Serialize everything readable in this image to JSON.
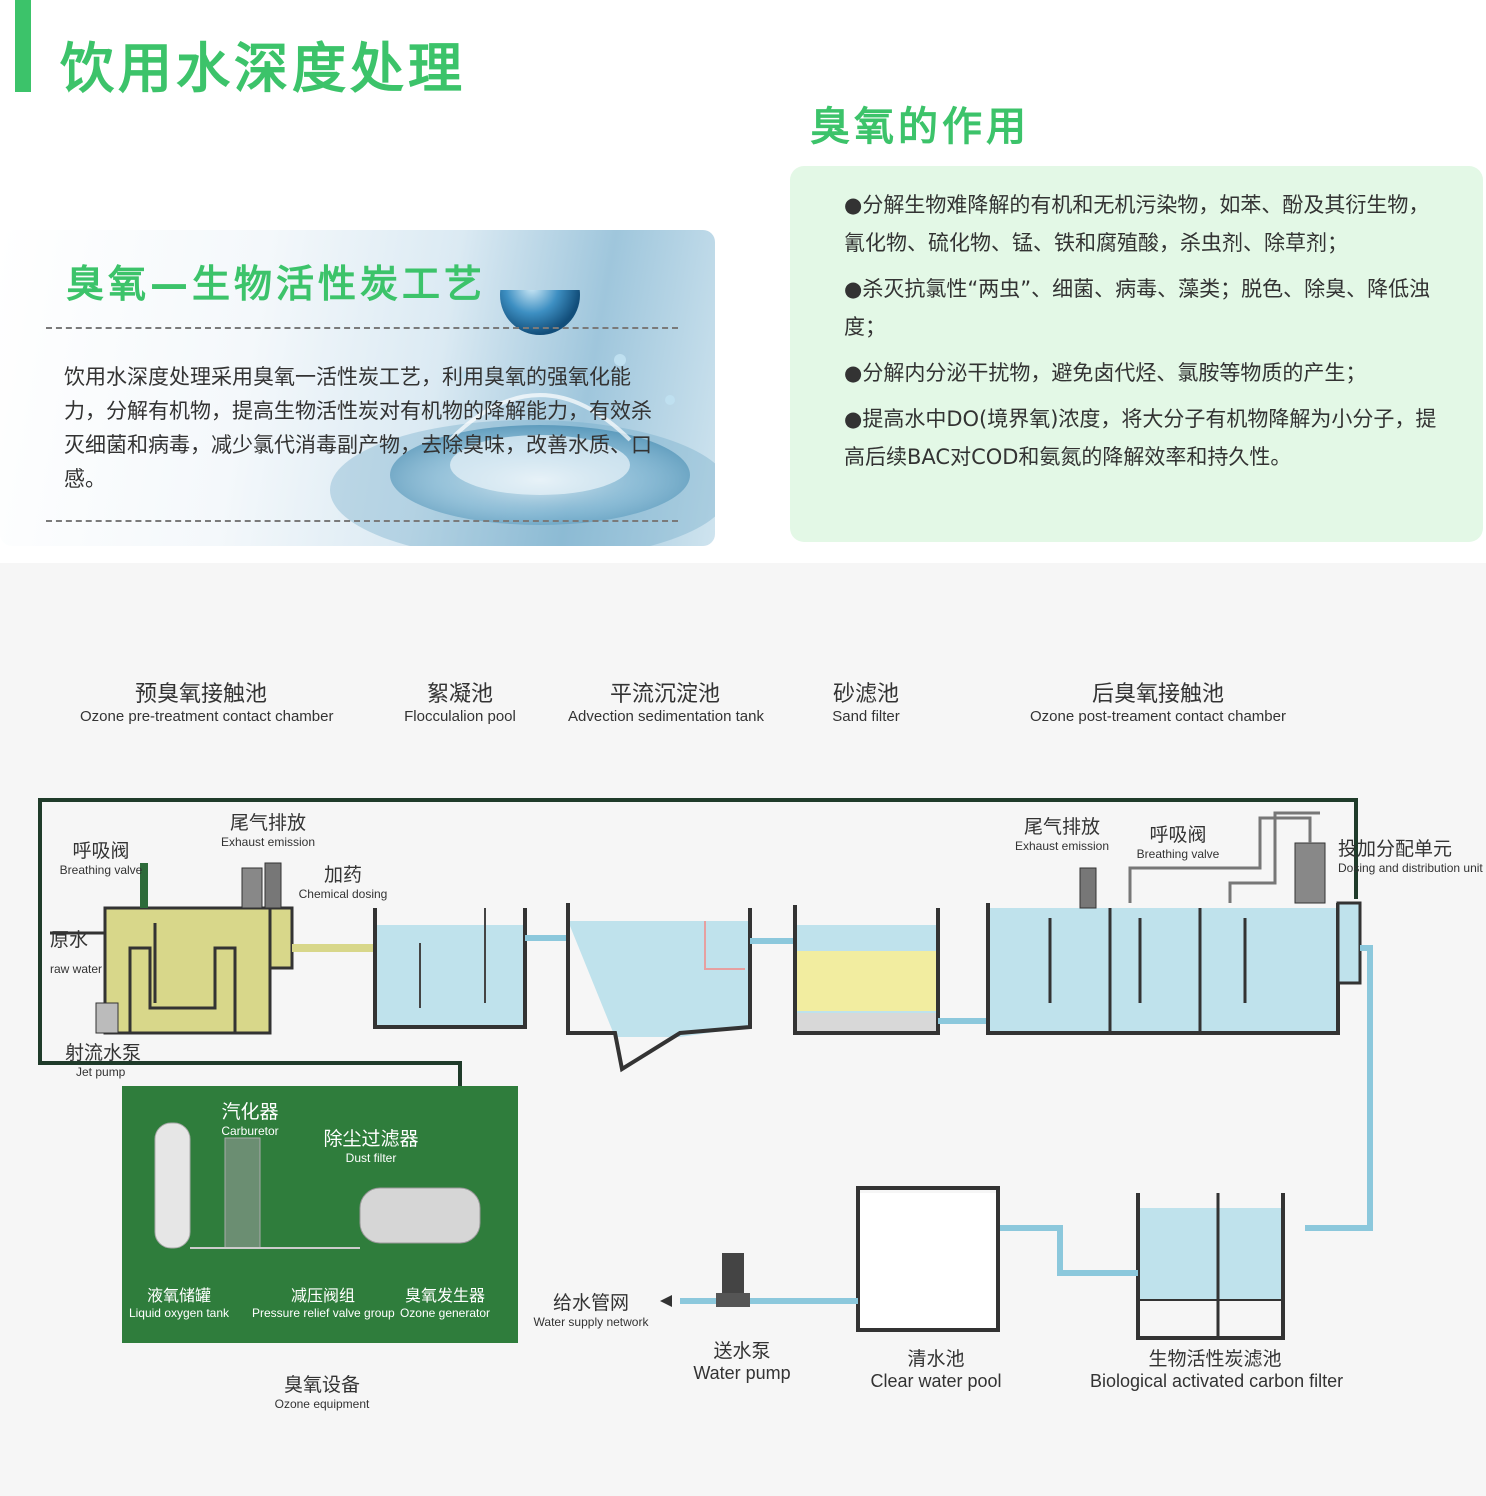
{
  "header": {
    "title": "饮用水深度处理"
  },
  "ozone_role": {
    "title": "臭氧的作用",
    "items": [
      "●分解生物难降解的有机和无机污染物，如苯、酚及其衍生物，氰化物、硫化物、锰、铁和腐殖酸，杀虫剂、除草剂；",
      "●杀灭抗氯性“两虫”、细菌、病毒、藻类；脱色、除臭、降低浊度；",
      "●分解内分泌干扰物，避免卤代烃、氯胺等物质的产生；",
      "●提高水中DO(境界氧)浓度，将大分子有机物降解为小分子，提高后续BAC对COD和氨氮的降解效率和持久性。"
    ]
  },
  "process": {
    "title": "臭氧—生物活性炭工艺",
    "description": "饮用水深度处理采用臭氧一活性炭工艺，利用臭氧的强氧化能力，分解有机物，提高生物活性炭对有机物的降解能力，有效杀灭细菌和病毒，减少氯代消毒副产物，去除臭味，改善水质、口感。"
  },
  "diagram": {
    "top_labels": [
      {
        "zh": "预臭氧接触池",
        "en": "Ozone pre-treatment contact chamber"
      },
      {
        "zh": "絮凝池",
        "en": "Flocculalion pool"
      },
      {
        "zh": "平流沉淀池",
        "en": "Advection sedimentation tank"
      },
      {
        "zh": "砂滤池",
        "en": "Sand filter"
      },
      {
        "zh": "后臭氧接触池",
        "en": "Ozone post-treament contact chamber"
      }
    ],
    "exhaust_left": {
      "zh": "尾气排放",
      "en": "Exhaust emission"
    },
    "breathing_left": {
      "zh": "呼吸阀",
      "en": "Breathing valve"
    },
    "chemical": {
      "zh": "加药",
      "en": "Chemical dosing"
    },
    "raw_water": {
      "zh": "原水",
      "en": "raw water"
    },
    "jet_pump": {
      "zh": "射流水泵",
      "en": "Jet pump"
    },
    "exhaust_right": {
      "zh": "尾气排放",
      "en": "Exhaust emission"
    },
    "breathing_right": {
      "zh": "呼吸阀",
      "en": "Breathing valve"
    },
    "dosing_unit": {
      "zh": "投加分配单元",
      "en": "Dosing and distribution unit"
    },
    "carburetor": {
      "zh": "汽化器",
      "en": "Carburetor"
    },
    "dust_filter": {
      "zh": "除尘过滤器",
      "en": "Dust filter"
    },
    "oxygen_tank": {
      "zh": "液氧储罐",
      "en": "Liquid oxygen tank"
    },
    "relief_valve": {
      "zh": "减压阀组",
      "en": "Pressure relief valve group"
    },
    "ozone_generator": {
      "zh": "臭氧发生器",
      "en": "Ozone generator"
    },
    "ozone_equipment": {
      "zh": "臭氧设备",
      "en": "Ozone equipment"
    },
    "water_supply": {
      "zh": "给水管网",
      "en": "Water supply network"
    },
    "water_pump": {
      "zh": "送水泵",
      "en": "Water pump"
    },
    "clear_pool": {
      "zh": "清水池",
      "en": "Clear water pool"
    },
    "bac_filter": {
      "zh": "生物活性炭滤池",
      "en": "Biological activated carbon filter"
    }
  },
  "colors": {
    "accent_green": "#3cc36a",
    "right_card_bg": "#e3f8e6",
    "equipment_green": "#2f7d3c",
    "water_blue": "#bfe2ec",
    "pre_chamber_yellow": "#d8d78a"
  }
}
